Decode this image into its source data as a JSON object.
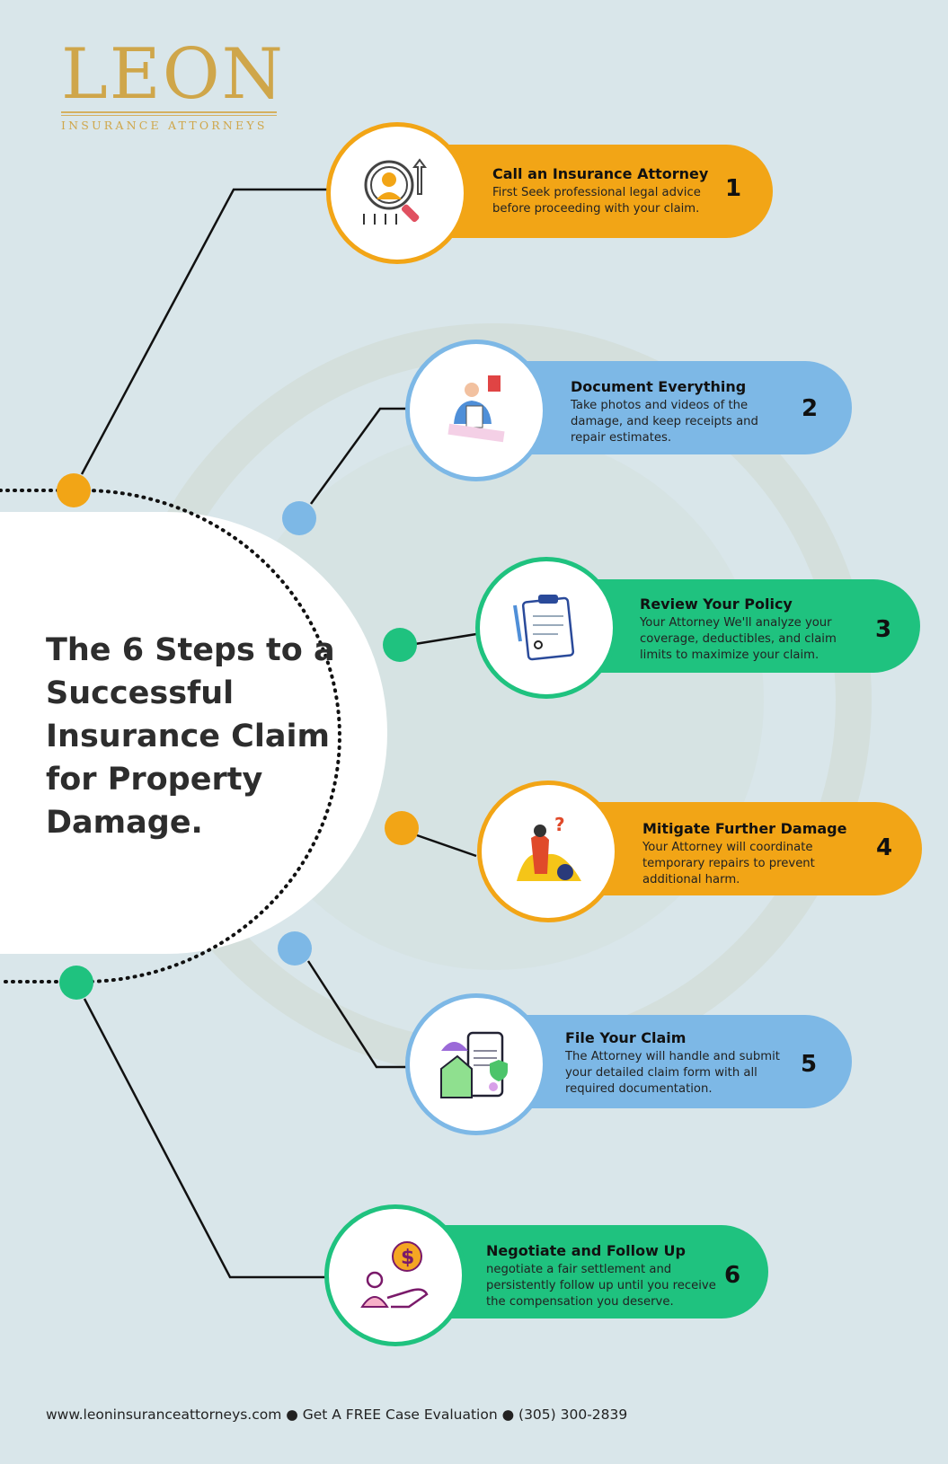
{
  "logo": {
    "name": "LEON",
    "tagline": "INSURANCE ATTORNEYS"
  },
  "title": "The 6 Steps to a Successful Insurance Claim for Property Damage.",
  "colors": {
    "orange": "#F2A516",
    "blue": "#7DB8E6",
    "green": "#1FC27F",
    "background": "#d9e6ea"
  },
  "steps": [
    {
      "number": "1",
      "title": "Call an Insurance Attorney",
      "body": "First Seek professional legal advice before proceeding with your claim.",
      "icon": "search-person-icon"
    },
    {
      "number": "2",
      "title": "Document Everything",
      "body": "Take photos and videos of the damage, and keep receipts and repair estimates.",
      "icon": "documenting-person-icon"
    },
    {
      "number": "3",
      "title": "Review Your Policy",
      "body": "Your Attorney We'll analyze your coverage, deductibles, and claim limits to maximize your claim.",
      "icon": "clipboard-icon"
    },
    {
      "number": "4",
      "title": "Mitigate Further Damage",
      "body": "Your Attorney will coordinate temporary repairs to prevent additional harm.",
      "icon": "damage-person-icon"
    },
    {
      "number": "5",
      "title": "File Your Claim",
      "body": "The Attorney will handle and submit your detailed claim form with all required documentation.",
      "icon": "claim-form-icon"
    },
    {
      "number": "6",
      "title": "Negotiate and Follow Up",
      "body": "negotiate a fair settlement and persistently follow up until you receive the compensation you deserve.",
      "icon": "money-hand-icon"
    }
  ],
  "footer": "www.leoninsuranceattorneys.com ● Get A FREE Case Evaluation ● (305) 300-2839"
}
